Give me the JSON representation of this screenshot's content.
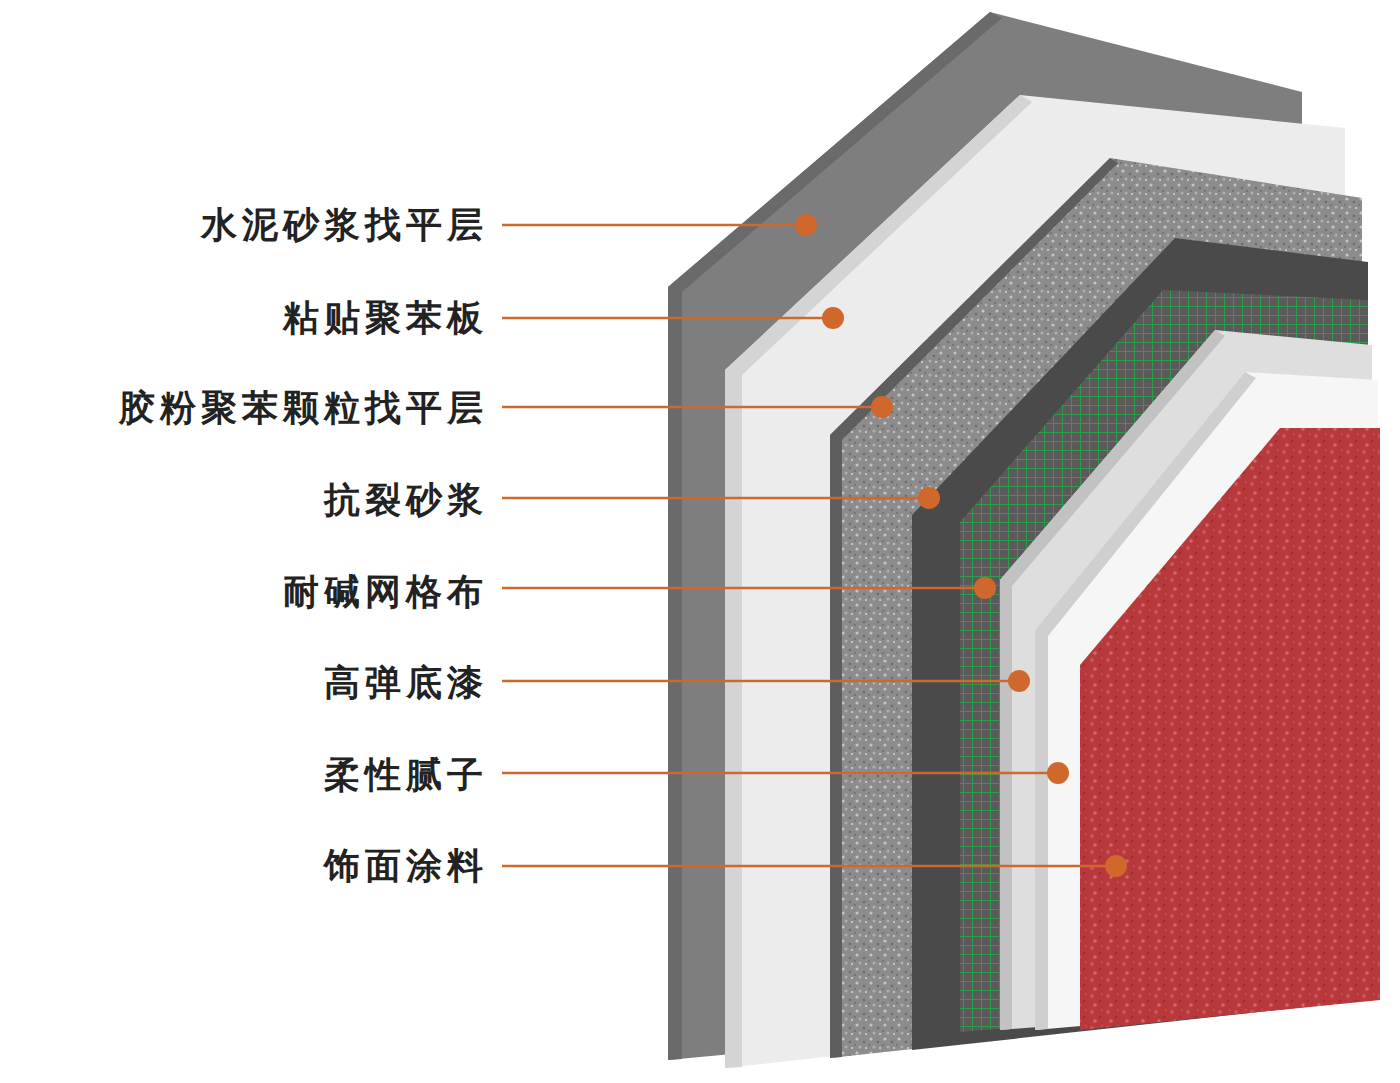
{
  "diagram": {
    "labels": [
      "水泥砂浆找平层",
      "粘贴聚苯板",
      "胶粉聚苯颗粒找平层",
      "抗裂砂浆",
      "耐碱网格布",
      "高弹底漆",
      "柔性腻子",
      "饰面涂料"
    ]
  }
}
